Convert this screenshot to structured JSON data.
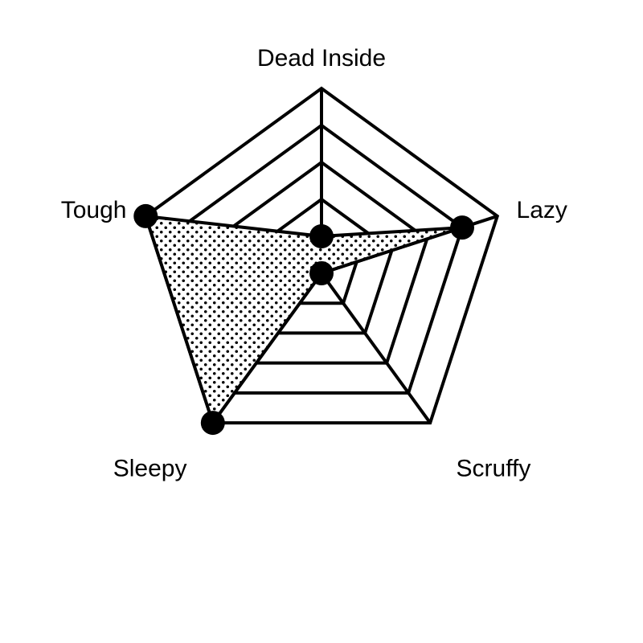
{
  "chart_data": {
    "type": "radar",
    "axes": [
      "Dead Inside",
      "Lazy",
      "Scruffy",
      "Sleepy",
      "Tough"
    ],
    "values": [
      1,
      4,
      0,
      5,
      5
    ],
    "range": [
      0,
      5
    ],
    "rings": 5,
    "ring_values": [
      1,
      2,
      3,
      4,
      5
    ],
    "fill_pattern": "dots",
    "grid": true,
    "colors": {
      "line": "#000000",
      "point": "#000000",
      "dots": "#000000",
      "background": "#ffffff"
    }
  }
}
